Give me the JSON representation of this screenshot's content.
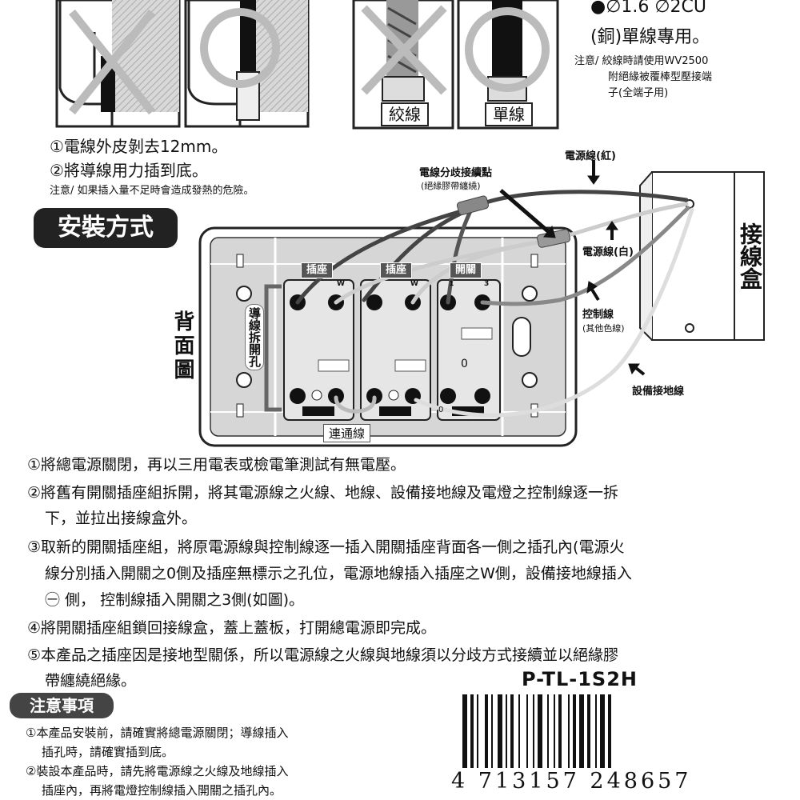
{
  "wire_spec": {
    "line": "●∅1.6  ∅2CU",
    "line2": "(銅)單線專用。",
    "note_lines": [
      "注意/ 絞線時請使用WV2500",
      "附絕緣被覆棒型壓接端",
      "子(全端子用)"
    ]
  },
  "wire_types": {
    "stranded": "絞線",
    "solid": "單線"
  },
  "strip_steps": [
    "①電線外皮剝去12mm。",
    "②將導線用力插到底。"
  ],
  "strip_warning": "注意/  如果插入量不足時會造成發熱的危險。",
  "section_title": "安裝方式",
  "diagram": {
    "back_view": "背面圖",
    "release_hole": "導線拆開孔",
    "junction_box": "接線盒",
    "splice_point": "電線分歧接續點",
    "splice_tape": "(絕緣膠帶纏繞)",
    "power_red": "電源線(紅)",
    "power_white": "電源線(白)",
    "control_wire": "控制線",
    "control_other": "(其他色線)",
    "ground_wire": "設備接地線",
    "jumper": "連通線",
    "tags": [
      "插座",
      "插座",
      "開關"
    ],
    "mark_w": "W",
    "mark_1": "1",
    "mark_3": "3",
    "mark_0": "0"
  },
  "steps": [
    "①將總電源關閉，再以三用電表或檢電筆測試有無電壓。",
    "②將舊有開關插座組拆開，將其電源線之火線、地線、設備接地線及電燈之控制線逐一拆",
    "下，並拉出接線盒外。",
    "③取新的開關插座組，將原電源線與控制線逐一插入開關插座背面各一側之插孔內(電源火",
    "線分別插入開關之0側及插座無標示之孔位，電源地線插入插座之W側，設備接地線插入",
    "㊀ 側，  控制線插入開關之3側(如圖)。",
    "④將開關插座組鎖回接線盒，蓋上蓋板，打開總電源即完成。",
    "⑤本產品之插座因是接地型關係，所以電源線之火線與地線須以分歧方式接續並以絕緣膠",
    "帶纏繞絕緣。"
  ],
  "caution_title": "注意事項",
  "cautions": [
    "①本產品安裝前，請確實將總電源關閉；導線插入",
    "插孔時，請確實插到底。",
    "②裝設本產品時，請先將電源線之火線及地線插入",
    "插座內，再將電燈控制線插入開關之插孔內。"
  ],
  "model": "P-TL-1S2H",
  "barcode_digits": "4 713157 248657"
}
